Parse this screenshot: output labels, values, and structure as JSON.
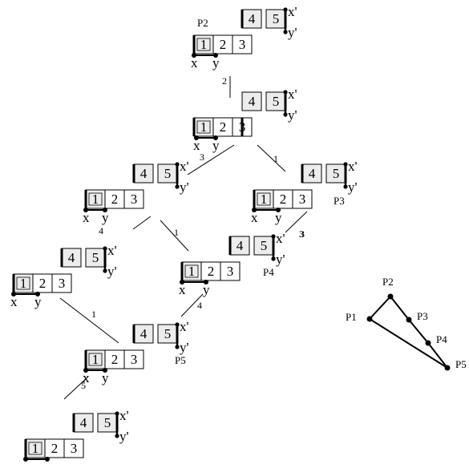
{
  "strip": {
    "bottom_cells": [
      "1",
      "2",
      "3"
    ],
    "top_cells": [
      "4",
      "5"
    ],
    "x": "x",
    "y": "y",
    "x_prime": "x'",
    "y_prime": "y'"
  },
  "labels": {
    "p2": "P2",
    "p3": "P3",
    "p4": "P4",
    "p5": "P5",
    "x_sub3": "3",
    "y_sub4": "4",
    "xp_sub3": "3"
  },
  "edges": [
    "2",
    "1",
    "1",
    "1",
    "4",
    "5",
    "3"
  ],
  "polygon": {
    "points": [
      "P1",
      "P2",
      "P3",
      "P4",
      "P5"
    ]
  }
}
